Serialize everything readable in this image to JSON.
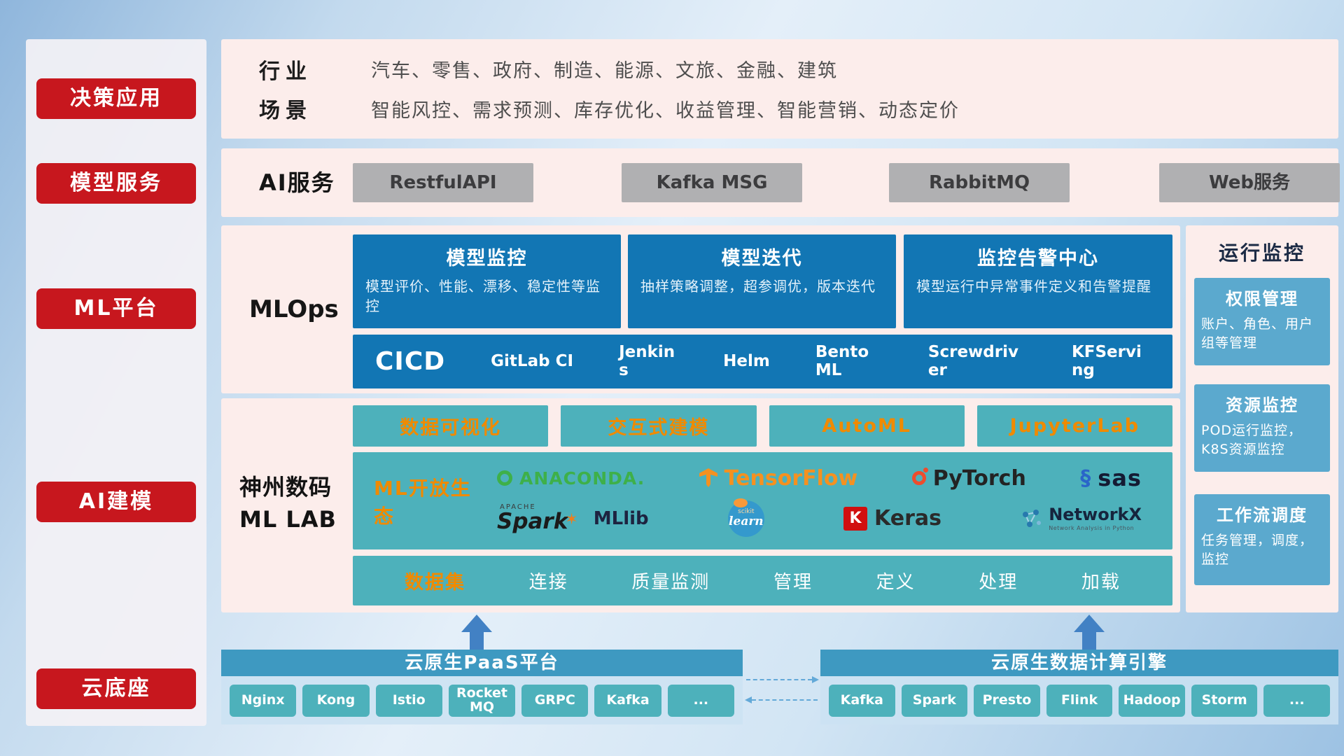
{
  "sidebar": {
    "items": [
      {
        "label": "决策应用"
      },
      {
        "label": "模型服务"
      },
      {
        "label": "ML平台"
      },
      {
        "label": "AI建模"
      },
      {
        "label": "云底座"
      }
    ]
  },
  "decision_row": {
    "rows": [
      {
        "label": "行业",
        "value": "汽车、零售、政府、制造、能源、文旅、金融、建筑"
      },
      {
        "label": "场景",
        "value": "智能风控、需求预测、库存优化、收益管理、智能营销、动态定价"
      }
    ]
  },
  "ai_service": {
    "label": "AI服务",
    "items": [
      "RestfulAPI",
      "Kafka MSG",
      "RabbitMQ",
      "Web服务"
    ]
  },
  "mlops": {
    "label": "MLOps",
    "cards": [
      {
        "title": "模型监控",
        "desc": "模型评价、性能、漂移、稳定性等监控"
      },
      {
        "title": "模型迭代",
        "desc": "抽样策略调整，超参调优，版本迭代"
      },
      {
        "title": "监控告警中心",
        "desc": "模型运行中异常事件定义和告警提醒"
      }
    ],
    "cicd_label": "CICD",
    "cicd_items": [
      "GitLab CI",
      "Jenkins",
      "Helm",
      "BentoML",
      "Screwdriver",
      "KFServing"
    ]
  },
  "monitor": {
    "title": "运行监控",
    "cards": [
      {
        "title": "权限管理",
        "desc": "账户、角色、用户组等管理"
      },
      {
        "title": "资源监控",
        "desc": "POD运行监控，K8S资源监控"
      },
      {
        "title": "工作流调度",
        "desc": "任务管理，调度，监控"
      }
    ]
  },
  "mllab": {
    "label_line1": "神州数码",
    "label_line2": "ML LAB",
    "tools": [
      "数据可视化",
      "交互式建模",
      "AutoML",
      "JupyterLab"
    ],
    "eco_label": "ML开放生态",
    "logos": {
      "anaconda": "ANACONDA.",
      "tensorflow": "TensorFlow",
      "pytorch": "PyTorch",
      "sas": "sas",
      "spark_small": "APACHE",
      "spark": "Spark",
      "mllib": "MLlib",
      "scikit_top": "scikit",
      "scikit_main": "learn",
      "keras_letter": "K",
      "keras": "Keras",
      "networkx": "NetworkX",
      "networkx_sub": "Network Analysis in Python"
    },
    "dataset_label": "数据集",
    "dataset_items": [
      "连接",
      "质量监测",
      "管理",
      "定义",
      "处理",
      "加载"
    ]
  },
  "cloud": {
    "paas_title": "云原生PaaS平台",
    "paas_items": [
      "Nginx",
      "Kong",
      "Istio",
      "RocketMQ",
      "GRPC",
      "Kafka",
      "..."
    ],
    "engine_title": "云原生数据计算引擎",
    "engine_items": [
      "Kafka",
      "Spark",
      "Presto",
      "Flink",
      "Hadoop",
      "Storm",
      "..."
    ]
  },
  "icons": {
    "sas_swirl": "§",
    "spark_star": "✶"
  },
  "colors": {
    "red": "#c7171e",
    "card_blue": "#1276b4",
    "teal": "#4db1bb",
    "orange": "#f08a00",
    "panel_pink": "#fcedeb",
    "monitor_card_blue": "#5ba9ce",
    "bar_blue": "#3e99c1"
  }
}
